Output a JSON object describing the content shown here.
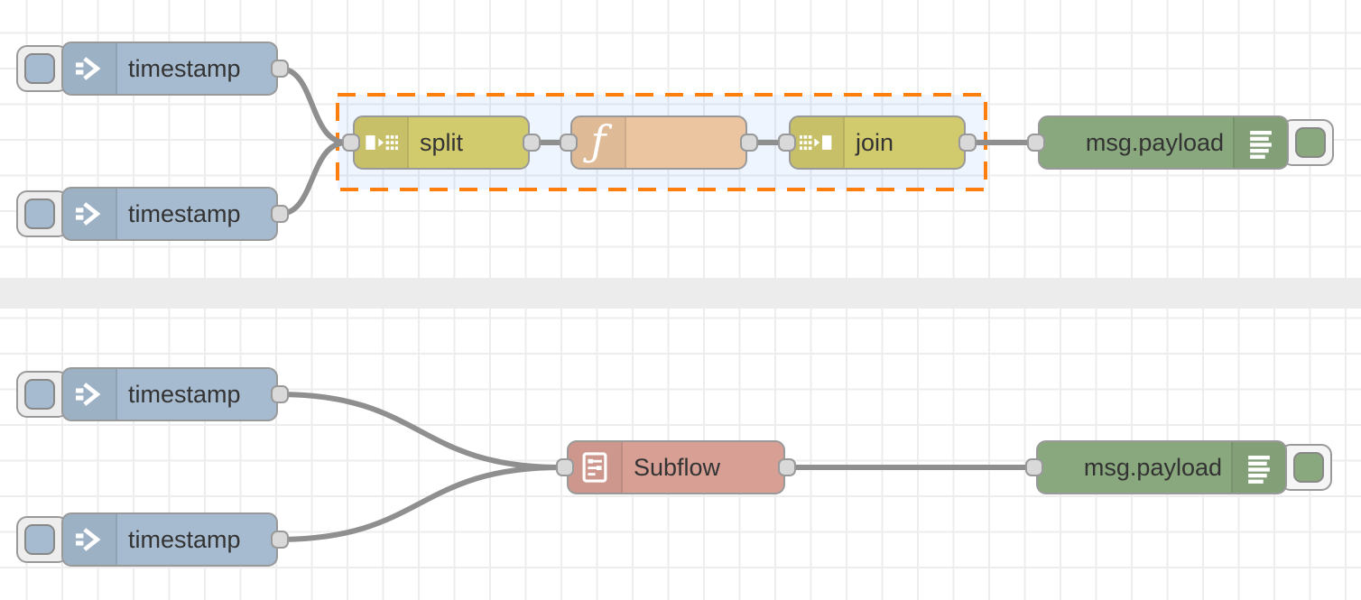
{
  "canvas": {
    "background": "#ffffff",
    "grid_color": "#ededed",
    "divider_color": "#ececec",
    "wire_color": "#8f8f8f"
  },
  "selection_box": {
    "border_color": "#ff7f0e",
    "fill_color": "rgba(100,155,245,0.10)"
  },
  "node_types": {
    "inject": {
      "color": "#a6bbcf",
      "icon": "inject-arrow-icon"
    },
    "split": {
      "color": "#d2cb6e",
      "icon": "split-icon"
    },
    "function": {
      "color": "#ebc5a0",
      "icon": "function-f-icon",
      "glyph": "ƒ"
    },
    "join": {
      "color": "#d2cb6e",
      "icon": "join-icon"
    },
    "subflow": {
      "color": "#d8a095",
      "icon": "subflow-icon"
    },
    "debug": {
      "color": "#89a87e",
      "icon": "debug-list-icon"
    }
  },
  "labels": {
    "top_inject1": "timestamp",
    "top_inject2": "timestamp",
    "split": "split",
    "function": "",
    "join": "join",
    "top_debug": "msg.payload",
    "bottom_inject1": "timestamp",
    "bottom_inject2": "timestamp",
    "subflow": "Subflow",
    "bottom_debug": "msg.payload"
  }
}
